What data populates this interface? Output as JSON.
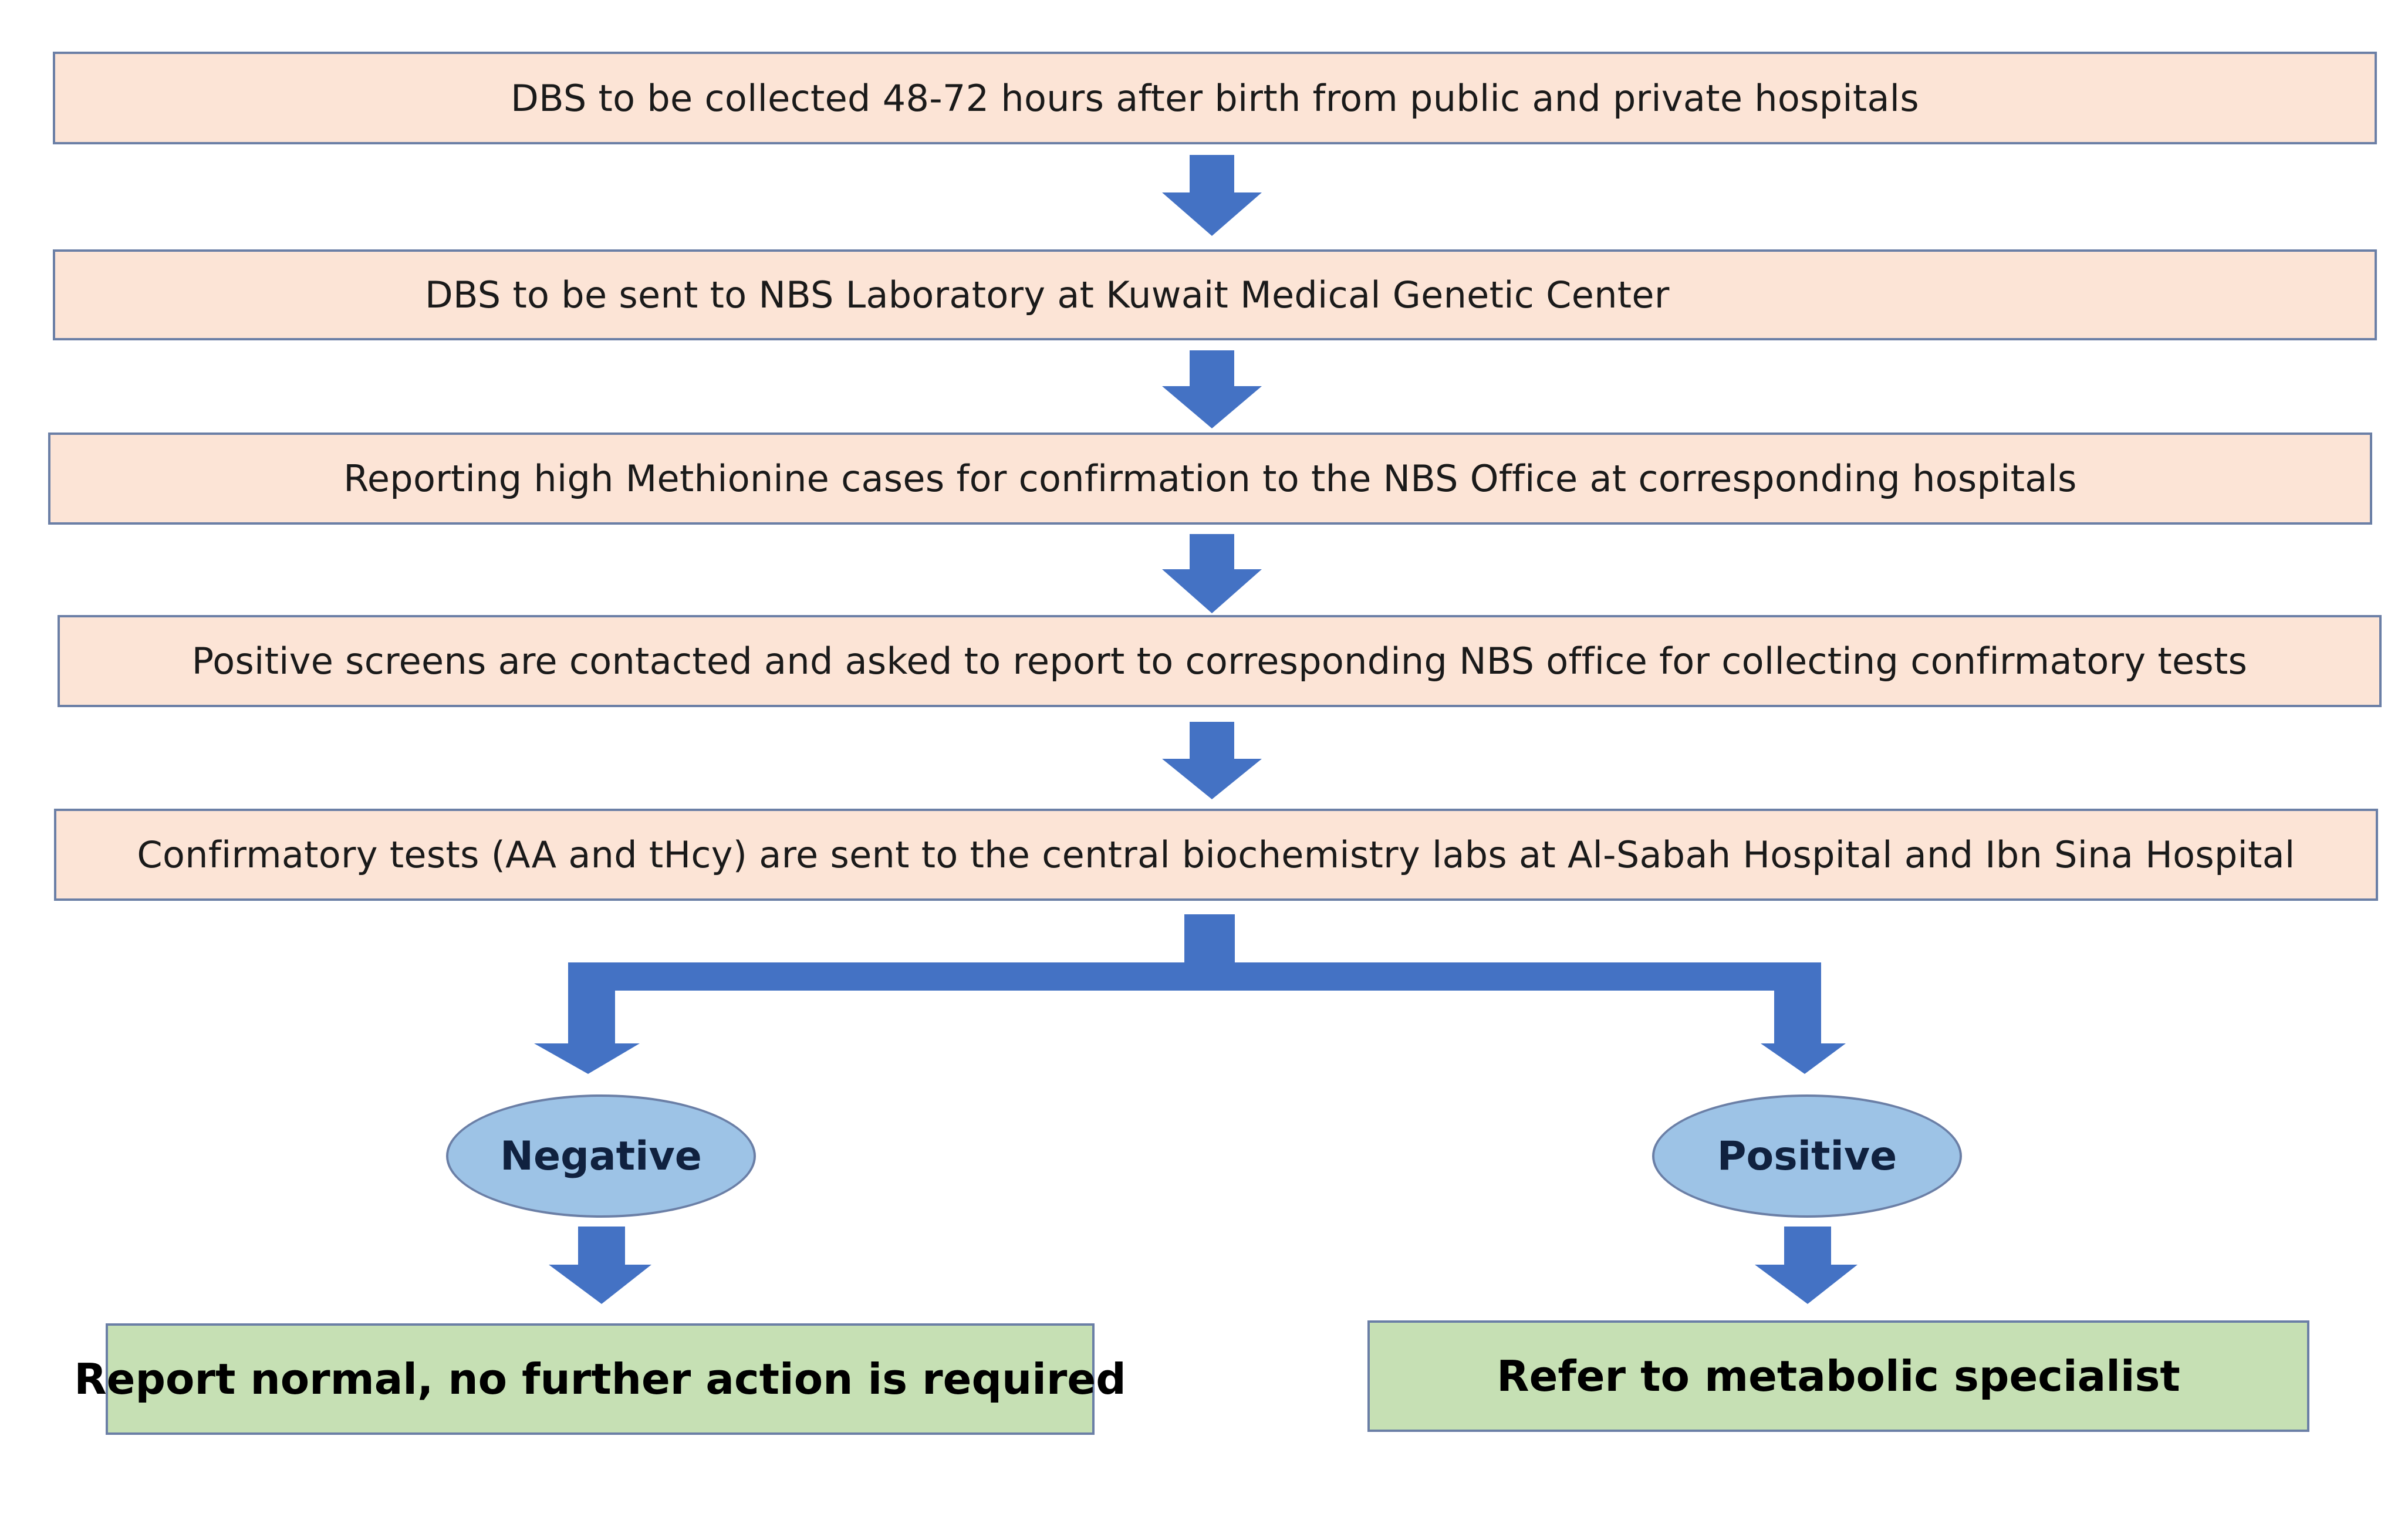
{
  "steps": [
    "DBS to be collected 48-72 hours after birth from public and private hospitals",
    "DBS to be sent to NBS Laboratory at Kuwait Medical Genetic Center",
    "Reporting high Methionine cases for confirmation to the NBS Office at corresponding hospitals",
    "Positive screens are contacted and asked to report to corresponding NBS office for collecting confirmatory tests",
    "Confirmatory tests (AA and tHcy) are sent to the central biochemistry labs at Al-Sabah Hospital and Ibn Sina Hospital"
  ],
  "branches": {
    "negative": {
      "label": "Negative",
      "outcome": "Report normal, no further action is required"
    },
    "positive": {
      "label": "Positive",
      "outcome": "Refer to metabolic specialist"
    }
  },
  "colors": {
    "step_fill": "#fce4d6",
    "outcome_fill": "#c6e0b4",
    "oval_fill": "#9dc3e6",
    "arrow": "#4472c4",
    "border": "#6b7fa6"
  }
}
